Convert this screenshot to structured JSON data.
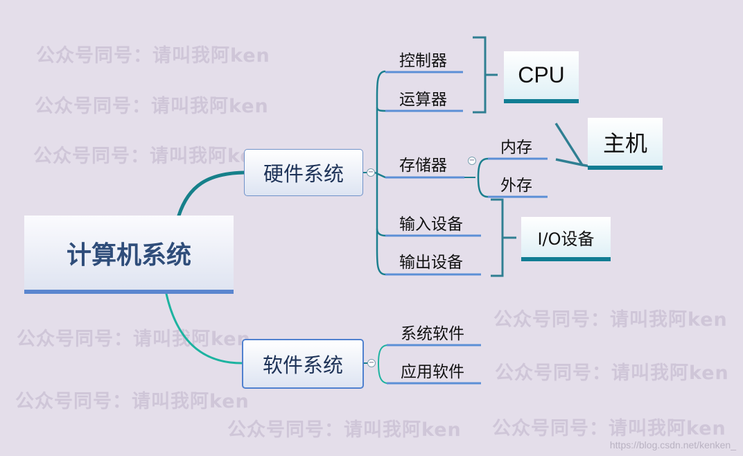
{
  "watermark": "公众号同号：请叫我阿ken",
  "url": "https://blog.csdn.net/kenken_",
  "root": "计算机系统",
  "hardware": {
    "label": "硬件系统",
    "controller": "控制器",
    "alu": "运算器",
    "memory": "存储器",
    "internal": "内存",
    "external": "外存",
    "input": "输入设备",
    "output": "输出设备"
  },
  "software": {
    "label": "软件系统",
    "system": "系统软件",
    "application": "应用软件"
  },
  "summaries": {
    "cpu": "CPU",
    "host": "主机",
    "io": "I/O设备"
  },
  "collapse_symbol": "−",
  "colors": {
    "background": "#e4deea",
    "line_teal": "#1b7f8e",
    "leaf_underline": "#5b8fd6",
    "bracket": "#2f7f92",
    "root_underline": "#5a86cf"
  }
}
